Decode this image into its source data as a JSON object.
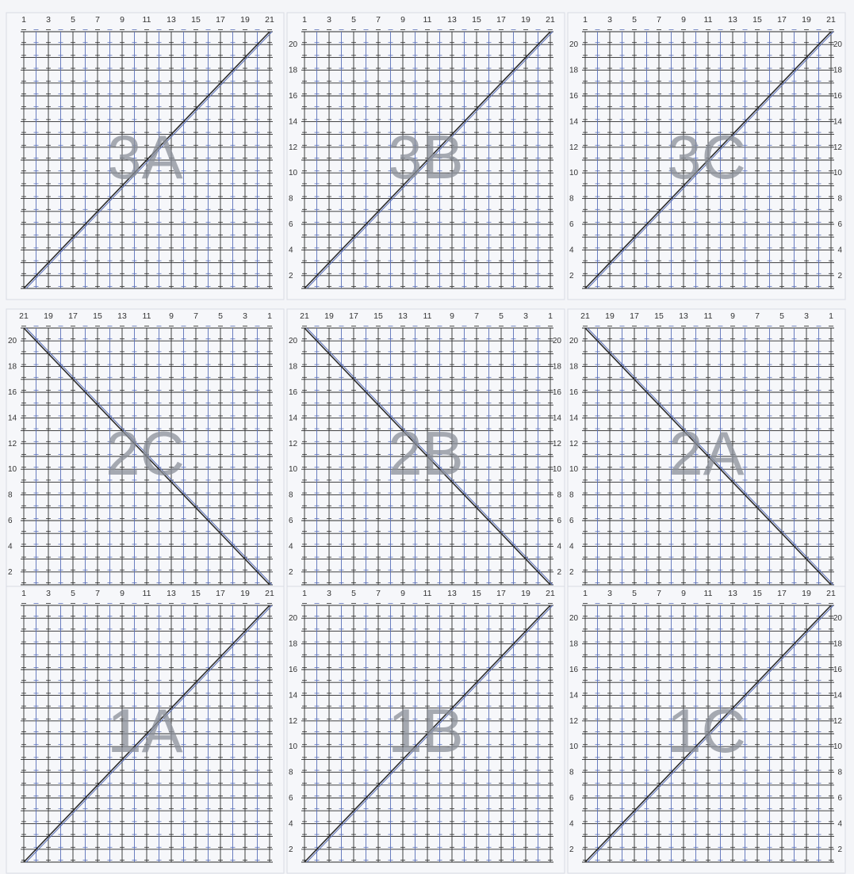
{
  "chart": {
    "colors": {
      "ink": "#2b2b2b",
      "blue": "#5a6fb8",
      "label": "#8a8f99",
      "background": "#f4f5f8"
    },
    "column_labels_odd": [
      "1",
      "3",
      "5",
      "7",
      "9",
      "11",
      "13",
      "15",
      "17",
      "19",
      "21"
    ],
    "row_labels_even": [
      "2",
      "4",
      "6",
      "8",
      "10",
      "12",
      "14",
      "16",
      "18",
      "20"
    ],
    "panels": [
      {
        "id": "3A",
        "label": "3A",
        "dir": "rtl",
        "diag": "up",
        "row_nums": "none",
        "col_order": "asc"
      },
      {
        "id": "3B",
        "label": "3B",
        "dir": "rtl",
        "diag": "up",
        "row_nums": "left",
        "col_order": "asc"
      },
      {
        "id": "3C",
        "label": "3C",
        "dir": "rtl",
        "diag": "up",
        "row_nums": "both",
        "col_order": "asc"
      },
      {
        "id": "2C",
        "label": "2C",
        "dir": "ltr",
        "diag": "down",
        "row_nums": "left",
        "col_order": "desc"
      },
      {
        "id": "2B",
        "label": "2B",
        "dir": "ltr",
        "diag": "down",
        "row_nums": "both",
        "col_order": "desc"
      },
      {
        "id": "2A",
        "label": "2A",
        "dir": "ltr",
        "diag": "down",
        "row_nums": "left",
        "col_order": "desc"
      },
      {
        "id": "1A",
        "label": "1A",
        "dir": "rtl",
        "diag": "up",
        "row_nums": "none",
        "col_order": "asc"
      },
      {
        "id": "1B",
        "label": "1B",
        "dir": "rtl",
        "diag": "up",
        "row_nums": "left",
        "col_order": "asc"
      },
      {
        "id": "1C",
        "label": "1C",
        "dir": "rtl",
        "diag": "up",
        "row_nums": "both",
        "col_order": "asc"
      }
    ]
  }
}
